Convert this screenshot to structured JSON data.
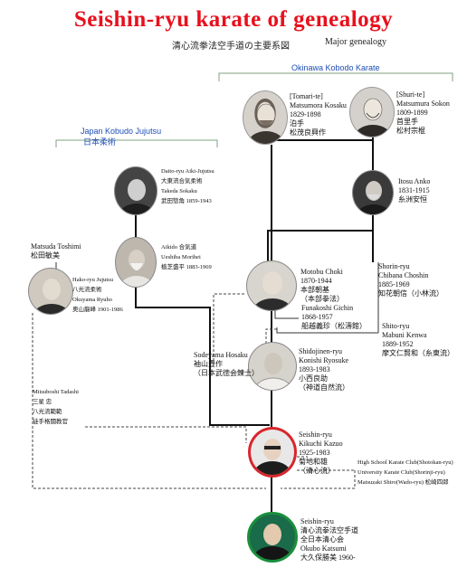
{
  "title": "Seishin-ryu karate of genealogy",
  "subtitle_jp": "清心流拳法空手道の主要系図",
  "subtitle_en": "Major genealogy",
  "groups": {
    "okinawa": "Okinawa Kobodo Karate",
    "japan_en": "Japan Kobudo Jujutsu",
    "japan_jp": "日本柔術"
  },
  "colors": {
    "title": "#e8101c",
    "group_label": "#1d4db5",
    "kikuchi_ring": "#d8262c",
    "okubo_ring": "#1a8f3a"
  },
  "people": {
    "kosaku": [
      "[Tomari-te]",
      "Matsumora Kosaku",
      "1829-1898",
      "泊手",
      "松茂良興作"
    ],
    "sokon": [
      "[Shuri-te]",
      "Matsumura Sokon",
      "1809-1899",
      "首里手",
      "松村宗棍"
    ],
    "daito": [
      "Daito-ryu Aiki-Jujutsu",
      "大東流合気柔術",
      "Takeda Sokaku",
      "武田惣角 1859-1943"
    ],
    "anko": [
      "Itosu Anko",
      "1831-1915",
      "糸洲安恒"
    ],
    "toshimi": [
      "Matsuda Toshimi",
      "松田敏美"
    ],
    "aikido": [
      "Aikido 合気道",
      "Ueshiba Morihei",
      "植芝盛平 1883-1969"
    ],
    "okuyama": [
      "Hako-ryu Jujutsu",
      "八光流柔術",
      "Okuyama Ryuho",
      "奥山龍峰 1901-1986"
    ],
    "choki": [
      "Motobu Choki",
      "1870-1944",
      "本部朝基",
      "（本部拳法）"
    ],
    "chibana": [
      "Shorin-ryu",
      "Chibana Choshin",
      "1885-1969",
      "知花朝信（小林流）"
    ],
    "funakoshi": [
      "Funakoshi Gichin",
      "1868-1957",
      "船越義珍（松濤館）"
    ],
    "mabuni": [
      "Shito-ryu",
      "Mabuni Kenwa",
      "1889-1952",
      "摩文仁賢和（糸東流）"
    ],
    "hosaku": [
      "Sodeyama Hosaku",
      "袖山豊作",
      "（日本武徳会錬士）"
    ],
    "konishi": [
      "Shidojinen-ryu",
      "Konishi Ryosuke",
      "1893-1983",
      "小西良助",
      "（神道自然流）"
    ],
    "tadashi": [
      "Mitsuboshi Tadashi",
      "三星 忠",
      "八光流範範",
      "徒手格闘教官"
    ],
    "kikuchi": [
      "Seishin-ryu",
      "Kikuchi Kazuo",
      "1925-1983",
      "菊地和雄",
      "（清心流）"
    ],
    "clubs": [
      "High School Karate Club(Shotokan-ryu)",
      "University Karate Club(Shorinji-ryu)",
      "Matsuzaki Shiro(Wado-ryu) 松崎四郎"
    ],
    "okubo": [
      "Seishin-ryu",
      "清心流拳法空手道",
      "全日本清心会",
      "Okubo Katsumi",
      "大久保勝美 1960-"
    ]
  }
}
